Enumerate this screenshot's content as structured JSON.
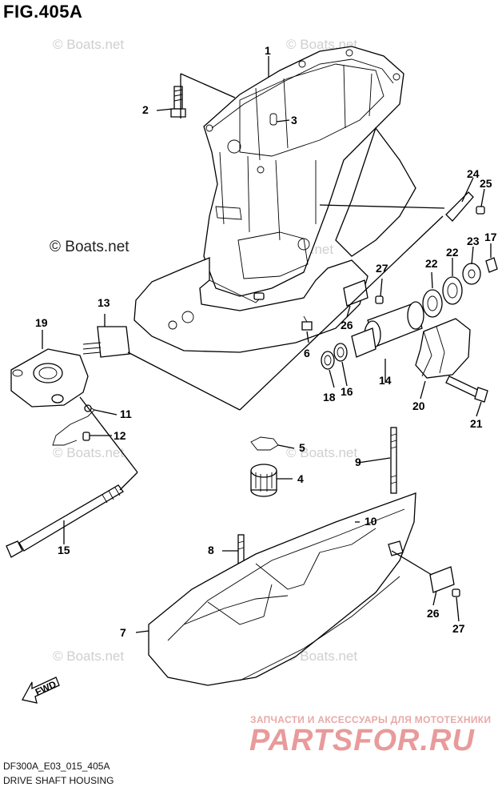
{
  "figure": {
    "title": "FIG.405A",
    "model_code": "DF300A_E03_015_405A",
    "caption": "DRIVE SHAFT HOUSING"
  },
  "copyright": "© Boats.net",
  "watermark": "© Boats.net",
  "promo": {
    "tagline": "ЗАПЧАСТИ И АКСЕССУАРЫ ДЛЯ МОТОТЕХНИКИ",
    "logo": "PARTSFOR.RU"
  },
  "fwd_label": "FWD",
  "callouts": [
    "1",
    "2",
    "3",
    "4",
    "5",
    "6",
    "7",
    "8",
    "9",
    "10",
    "11",
    "12",
    "13",
    "14",
    "15",
    "16",
    "17",
    "18",
    "19",
    "20",
    "21",
    "22",
    "22",
    "23",
    "24",
    "25",
    "26",
    "26",
    "27",
    "27"
  ]
}
